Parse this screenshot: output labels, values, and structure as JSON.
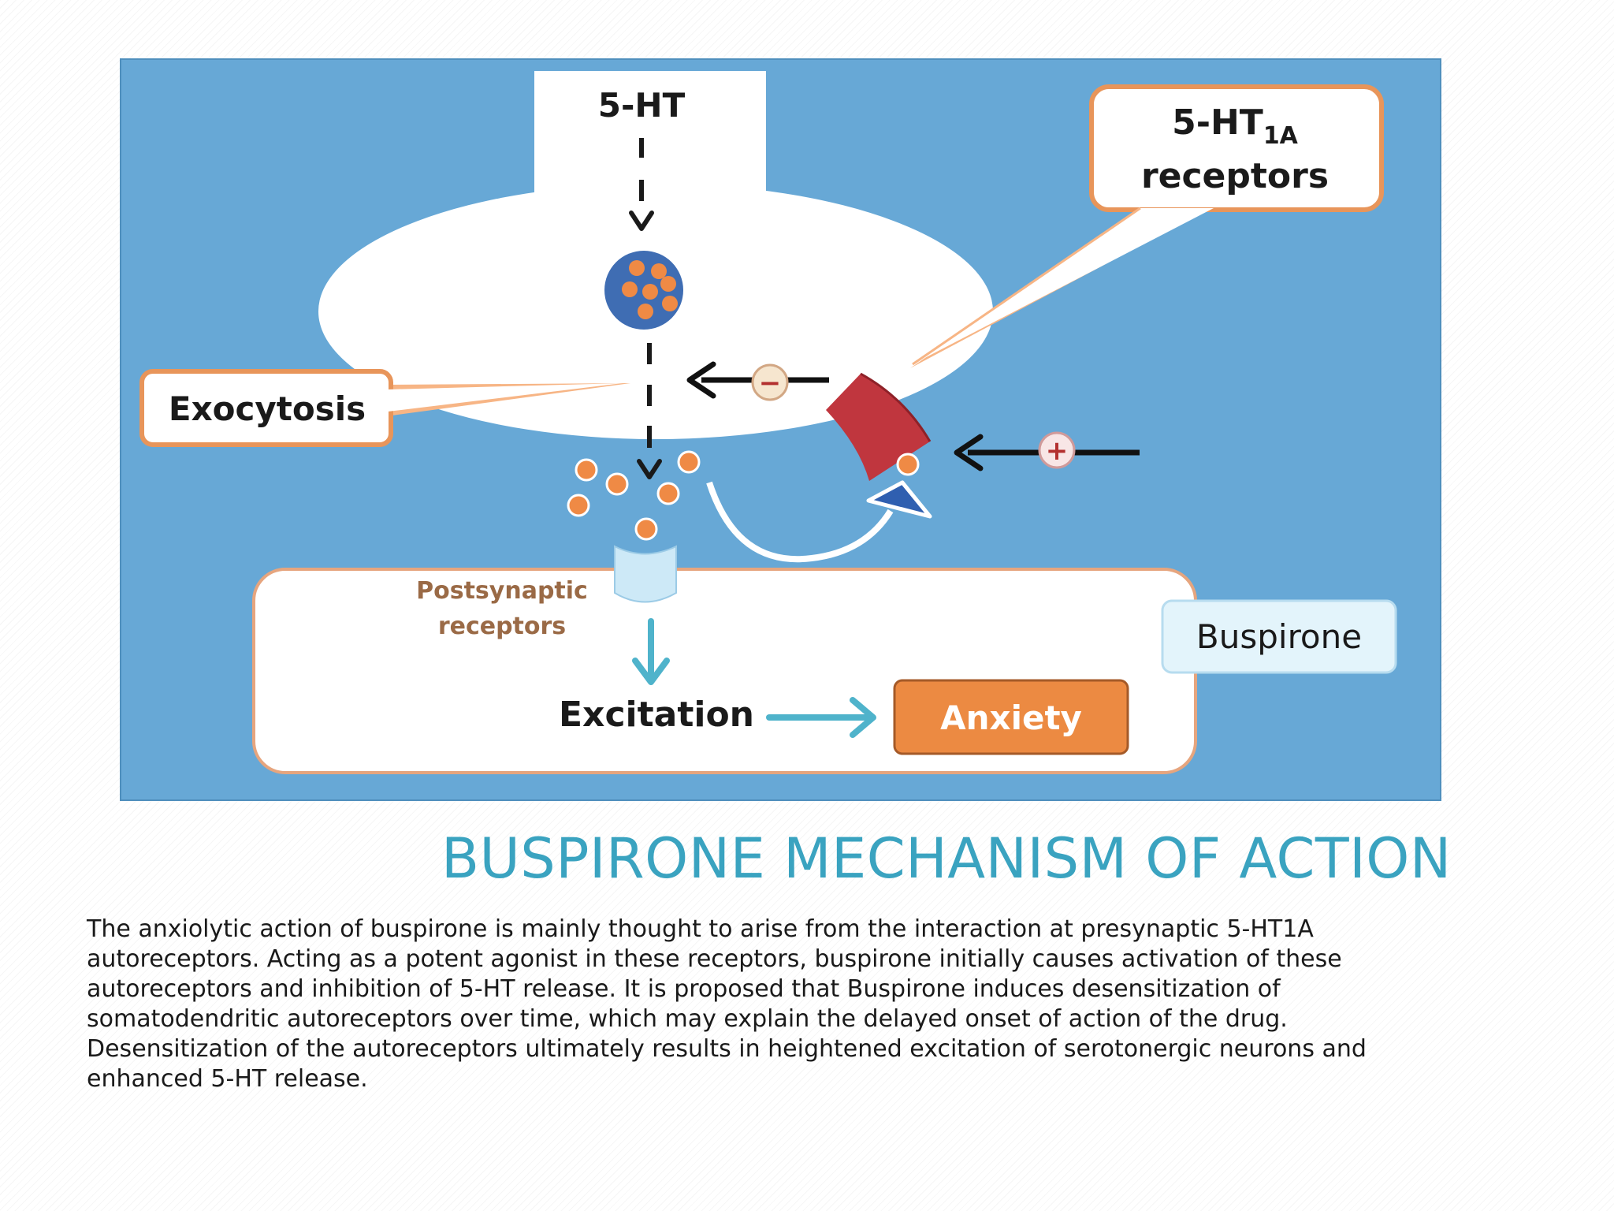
{
  "diagram": {
    "colors": {
      "panel": "#67a8d6",
      "callout_border": "#e8955a",
      "receptor": "#c0363e",
      "vesicle": "#3f6db3",
      "molecule": "#ef8a45",
      "flow_arrow": "#4fb3cb",
      "anxiety_box": "#ec8a42",
      "buspirone_box": "#e3f4fb"
    },
    "labels": {
      "neurotransmitter": "5-HT",
      "receptor_main": "5-HT",
      "receptor_sub": "1A",
      "receptor_line2": "receptors",
      "exocytosis": "Exocytosis",
      "postsynaptic_line1": "Postsynaptic",
      "postsynaptic_line2": "receptors",
      "excitation": "Excitation",
      "anxiety": "Anxiety",
      "buspirone": "Buspirone",
      "minus_sign": "−",
      "plus_sign": "+"
    }
  },
  "slide": {
    "title": "BUSPIRONE MECHANISM OF ACTION",
    "body_lines": [
      "The anxiolytic action of buspirone is mainly thought to arise from the interaction at presynaptic 5-HT1A",
      "autoreceptors. Acting as a potent agonist in these receptors, buspirone initially causes activation of these",
      "autoreceptors and inhibition of 5-HT release. It is proposed that Buspirone induces desensitization of",
      "somatodendritic autoreceptors over time, which may explain the delayed onset of action of the drug.",
      "Desensitization of the autoreceptors ultimately results in heightened excitation of serotonergic neurons and",
      "enhanced 5-HT release."
    ]
  }
}
